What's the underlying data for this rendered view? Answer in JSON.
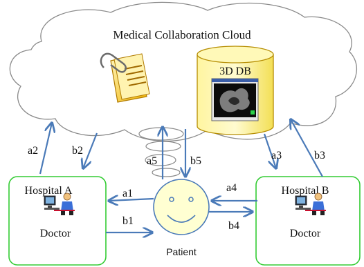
{
  "cloud": {
    "title": "Medical Collaboration Cloud"
  },
  "database": {
    "label": "3D DB"
  },
  "hospitals": [
    {
      "name": "Hospital A",
      "role": "Doctor"
    },
    {
      "name": "Hospital B",
      "role": "Doctor"
    }
  ],
  "patient": {
    "label": "Patient"
  },
  "arrows": {
    "a1": "a1",
    "a2": "a2",
    "a3": "a3",
    "a4": "a4",
    "a5": "a5",
    "b1": "b1",
    "b2": "b2",
    "b3": "b3",
    "b4": "b4",
    "b5": "b5"
  },
  "colors": {
    "arrow": "#4a7ab8",
    "hospital_border": "#33cc33",
    "db_fill": "#fff27a",
    "db_border": "#b58c00",
    "patient_border": "#4a7ab8"
  },
  "icons": [
    "document-icon",
    "doctor-computer-icon",
    "smiley-face-icon",
    "ct-scan-image"
  ]
}
